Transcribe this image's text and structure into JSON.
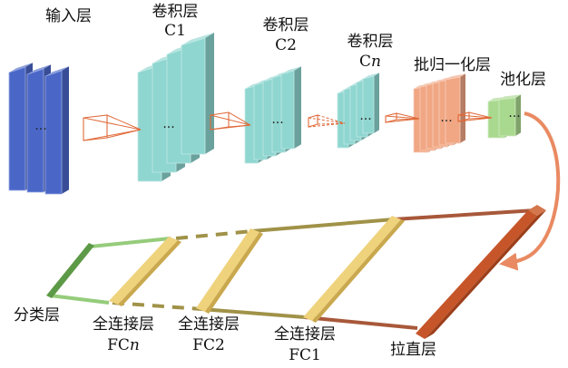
{
  "labels": {
    "input": "输入层",
    "conv1_name": "卷积层",
    "conv1_id": "C1",
    "conv2_name": "卷积层",
    "conv2_id": "C2",
    "convn_name": "卷积层",
    "convn_prefix": "C",
    "convn_n": "n",
    "batchnorm": "批归一化层",
    "pool": "池化层",
    "classify": "分类层",
    "fcn_name": "全连接层",
    "fcn_prefix": "FC",
    "fcn_n": "n",
    "fc2_name": "全连接层",
    "fc2_id": "FC2",
    "fc1_name": "全连接层",
    "fc1_id": "FC1",
    "flatten": "拉直层",
    "ellipsis": "···"
  },
  "colors": {
    "input": "#4a67c8",
    "conv": "#8fd6d0",
    "batchnorm": "#f0a27e",
    "pool": "#a9d98f",
    "fc": "#efd27c",
    "flatten": "#c6562a",
    "kernel": "#e06a3a",
    "link_brown": "#a8583a",
    "link_olive": "#a09248",
    "link_green": "#95cc7b",
    "classify": "#5d9a47",
    "arrow": "#e98a62"
  }
}
